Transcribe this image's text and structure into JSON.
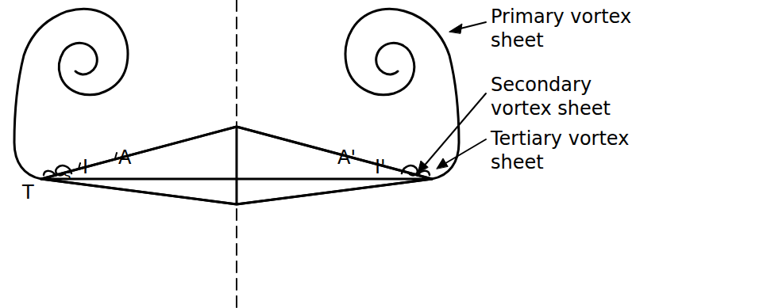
{
  "diagram": {
    "labels": [
      "Primary vortex sheet",
      "Secondary vortex sheet",
      "Tertiary vortex sheet",
      "T",
      "s",
      "I",
      "A",
      "A'",
      "I'"
    ]
  }
}
